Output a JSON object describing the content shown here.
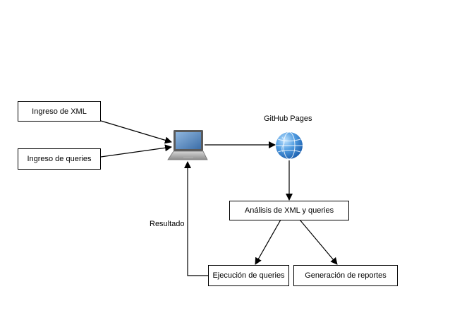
{
  "diagram": {
    "nodes": {
      "ingreso_xml": "Ingreso de XML",
      "ingreso_queries": "Ingreso de queries",
      "analisis": "Análisis de XML y queries",
      "ejecucion": "Ejecución de queries",
      "generacion": "Generación de reportes"
    },
    "labels": {
      "github_pages": "GitHub Pages",
      "resultado": "Resultado"
    },
    "icons": {
      "computer": "laptop-icon",
      "web": "globe-icon"
    },
    "colors": {
      "line": "#000000",
      "globe": "#2f7fd0"
    }
  }
}
